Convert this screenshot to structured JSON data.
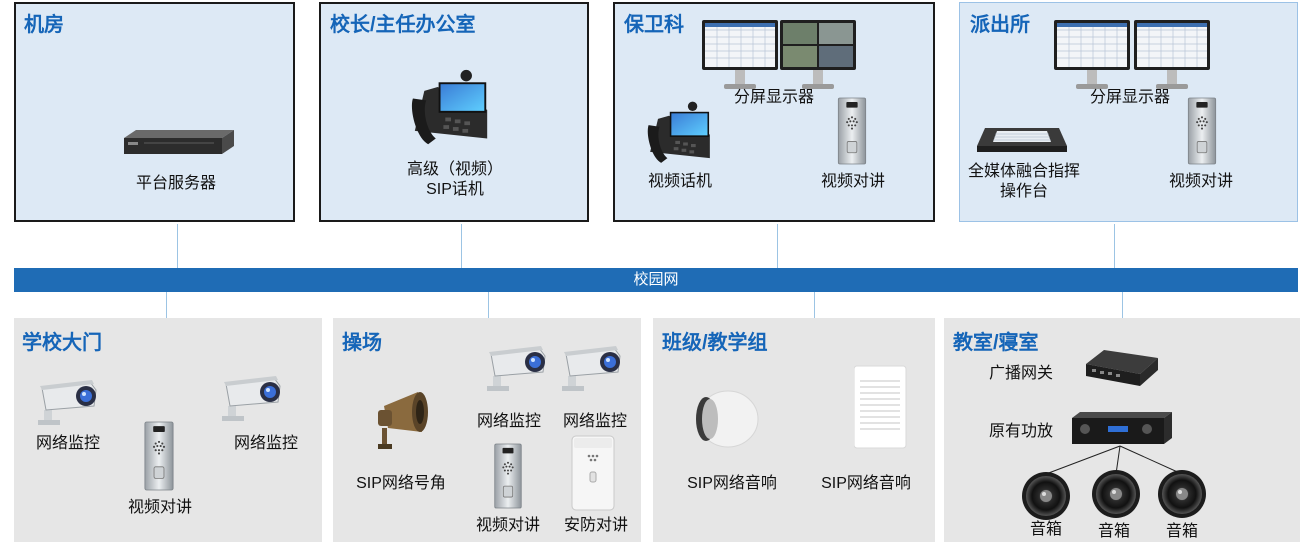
{
  "network": {
    "label": "校园网"
  },
  "top_panels": [
    {
      "title": "机房",
      "devices": [
        {
          "label": "平台服务器",
          "icon": "server-icon"
        }
      ]
    },
    {
      "title": "校长/主任办公室",
      "devices": [
        {
          "label_lines": [
            "高级（视频）",
            "SIP话机"
          ],
          "icon": "video-phone-icon"
        }
      ]
    },
    {
      "title": "保卫科",
      "devices": [
        {
          "label": "分屏显示器",
          "icon": "split-monitor-icon"
        },
        {
          "label": "视频话机",
          "icon": "video-phone-icon"
        },
        {
          "label": "视频对讲",
          "icon": "intercom-icon"
        }
      ]
    },
    {
      "title": "派出所",
      "devices": [
        {
          "label": "分屏显示器",
          "icon": "split-monitor-icon"
        },
        {
          "label_lines": [
            "全媒体融合指挥",
            "操作台"
          ],
          "icon": "command-console-icon"
        },
        {
          "label": "视频对讲",
          "icon": "intercom-icon"
        }
      ]
    }
  ],
  "bottom_panels": [
    {
      "title": "学校大门",
      "devices": [
        {
          "label": "网络监控",
          "icon": "camera-icon"
        },
        {
          "label": "视频对讲",
          "icon": "intercom-icon"
        },
        {
          "label": "网络监控",
          "icon": "camera-icon"
        }
      ]
    },
    {
      "title": "操场",
      "devices": [
        {
          "label": "SIP网络号角",
          "icon": "horn-speaker-icon"
        },
        {
          "label": "网络监控",
          "icon": "camera-icon"
        },
        {
          "label": "网络监控",
          "icon": "camera-icon"
        },
        {
          "label": "视频对讲",
          "icon": "intercom-icon"
        },
        {
          "label": "安防对讲",
          "icon": "security-intercom-icon"
        }
      ]
    },
    {
      "title": "班级/教学组",
      "devices": [
        {
          "label": "SIP网络音响",
          "icon": "ceiling-speaker-icon"
        },
        {
          "label": "SIP网络音响",
          "icon": "wall-speaker-icon"
        }
      ]
    },
    {
      "title": "教室/寝室",
      "devices": [
        {
          "label": "广播网关",
          "icon": "gateway-icon"
        },
        {
          "label": "原有功放",
          "icon": "amplifier-icon"
        },
        {
          "label": "音箱",
          "icon": "speaker-icon"
        },
        {
          "label": "音箱",
          "icon": "speaker-icon"
        },
        {
          "label": "音箱",
          "icon": "speaker-icon"
        }
      ]
    }
  ]
}
